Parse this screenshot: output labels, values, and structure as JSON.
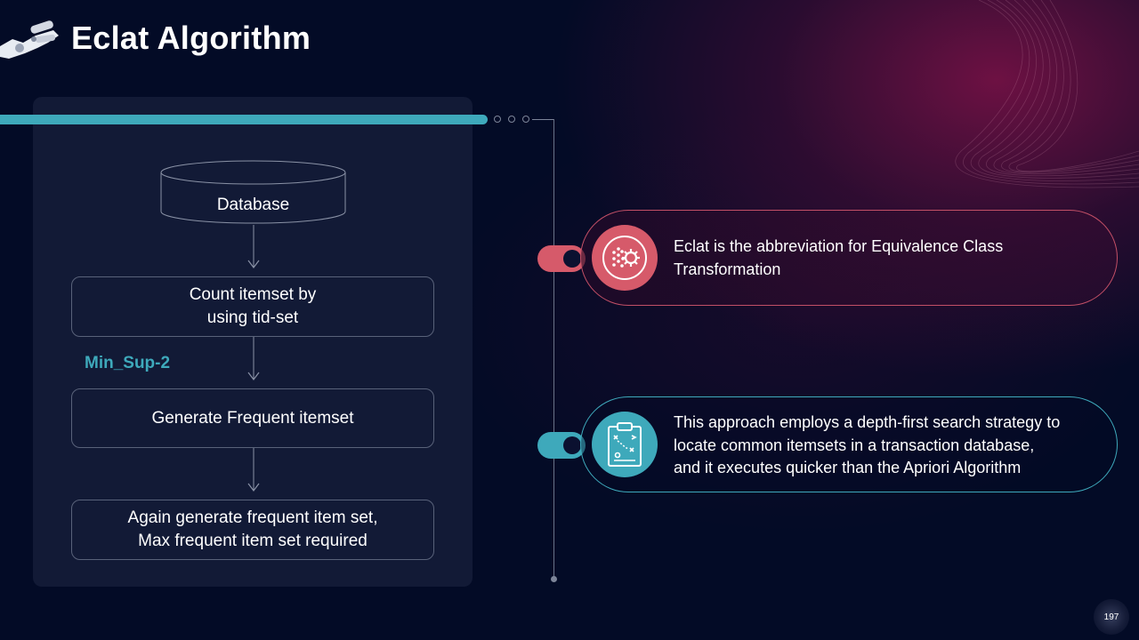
{
  "slide": {
    "title": "Eclat Algorithm",
    "page_number": "197"
  },
  "flowchart": {
    "database_label": "Database",
    "steps": [
      "Count itemset by\nusing tid-set",
      "Generate Frequent itemset",
      "Again generate frequent item set,\nMax frequent item set required"
    ],
    "min_support_label": "Min_Sup-2"
  },
  "callouts": [
    {
      "text": "Eclat is the abbreviation for Equivalence Class\nTransformation",
      "icon": "brain-gear-icon",
      "color": "#d65a6a"
    },
    {
      "text": "This approach employs a depth-first search strategy to\nlocate common itemsets in a transaction database,\nand it executes quicker than the Apriori Algorithm",
      "icon": "clipboard-strategy-icon",
      "color": "#3ea9bb"
    }
  ],
  "colors": {
    "accent_teal": "#3ea9bb",
    "accent_pink": "#d65a6a",
    "background": "#030b26",
    "panel": "#121a36"
  }
}
